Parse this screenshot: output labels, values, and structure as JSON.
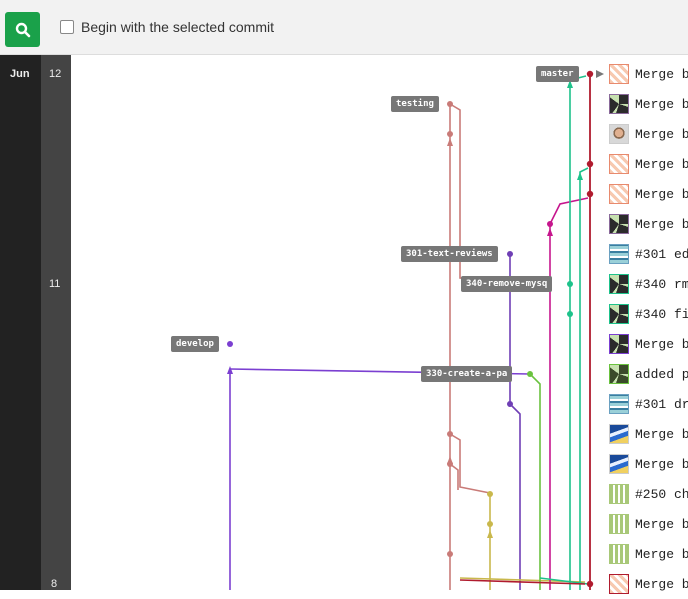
{
  "toolbar": {
    "search_icon": "search-icon",
    "checkbox_label": "Begin with the selected commit",
    "checkbox_checked": false
  },
  "timeline": {
    "month": "Jun",
    "days": [
      "12",
      "11",
      "8"
    ]
  },
  "branches": [
    "master",
    "testing",
    "301-text-reviews",
    "340-remove-mysq",
    "develop",
    "330-create-a-pa"
  ],
  "commits": [
    {
      "message": "Merge b",
      "avatar": "orange-quilt"
    },
    {
      "message": "Merge b",
      "avatar": "black-pinwheel"
    },
    {
      "message": "Merge b",
      "avatar": "person-photo"
    },
    {
      "message": "Merge b",
      "avatar": "orange-quilt"
    },
    {
      "message": "Merge b",
      "avatar": "orange-quilt"
    },
    {
      "message": "Merge b",
      "avatar": "black-pinwheel"
    },
    {
      "message": "#301 ed",
      "avatar": "teal-pattern"
    },
    {
      "message": "#340 rm",
      "avatar": "black-pinwheel"
    },
    {
      "message": "#340 fi",
      "avatar": "black-pinwheel"
    },
    {
      "message": "Merge b",
      "avatar": "black-pinwheel"
    },
    {
      "message": "added p",
      "avatar": "green-pinwheel"
    },
    {
      "message": "#301 dr",
      "avatar": "teal-pattern"
    },
    {
      "message": "Merge b",
      "avatar": "sky-photo"
    },
    {
      "message": "Merge b",
      "avatar": "sky-photo"
    },
    {
      "message": "#250 ch",
      "avatar": "lime-pattern"
    },
    {
      "message": "Merge b",
      "avatar": "lime-pattern"
    },
    {
      "message": "Merge b",
      "avatar": "lime-pattern"
    },
    {
      "message": "Merge b",
      "avatar": "orange-quilt"
    }
  ],
  "colors": {
    "master": "#b01b2e",
    "testing": "#c97b78",
    "text_reviews": "#6f3fb5",
    "remove_mysql": "#1ec28b",
    "develop": "#7b3fd1",
    "create_a_page": "#6ac23f",
    "magenta": "#c6168d",
    "olive": "#c9b84c",
    "button_green": "#1aa14a"
  }
}
